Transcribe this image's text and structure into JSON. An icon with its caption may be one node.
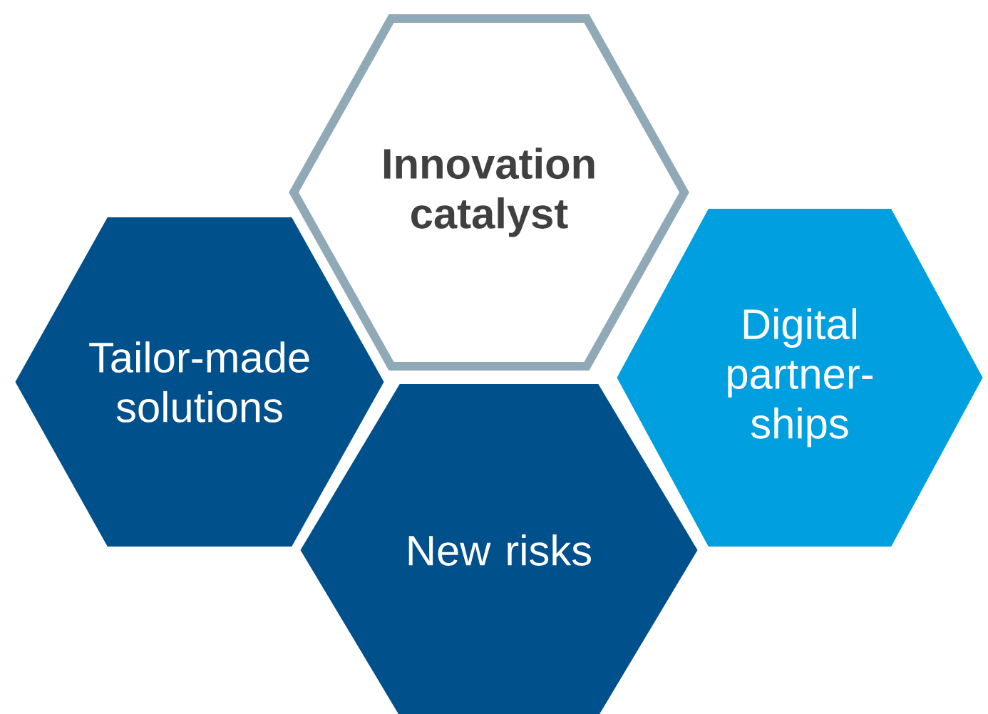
{
  "diagram": {
    "nodes": [
      {
        "text": [
          "Innovation catalyst"
        ]
      },
      {
        "text": [
          "Tailor-made solutions"
        ]
      },
      {
        "text": [
          "Digital partner- ships"
        ]
      },
      {
        "text": [
          "New risks"
        ]
      }
    ]
  }
}
